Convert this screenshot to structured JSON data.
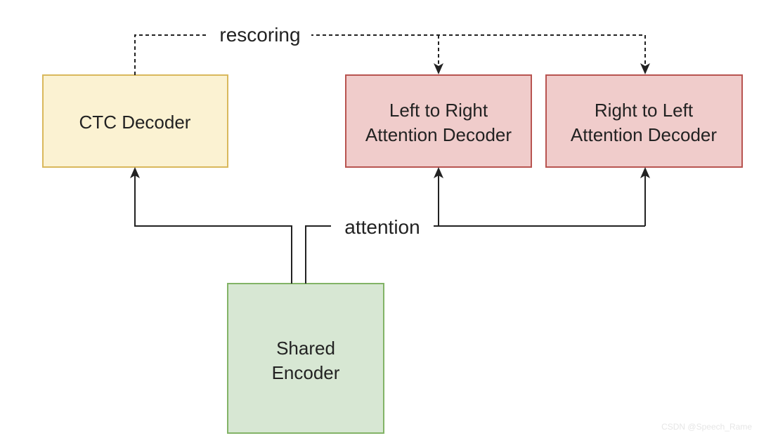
{
  "nodes": {
    "ctc_decoder": {
      "label": "CTC Decoder",
      "fill": "#fbf2d2",
      "stroke": "#d9b85c"
    },
    "l2r_decoder": {
      "line1": "Left to Right",
      "line2": "Attention Decoder",
      "fill": "#f0cccb",
      "stroke": "#b85450"
    },
    "r2l_decoder": {
      "line1": "Right to Left",
      "line2": "Attention Decoder",
      "fill": "#f0cccb",
      "stroke": "#b85450"
    },
    "shared_encoder": {
      "line1": "Shared",
      "line2": "Encoder",
      "fill": "#d7e7d3",
      "stroke": "#82b366"
    }
  },
  "edges": {
    "rescoring_label": "rescoring",
    "attention_label": "attention",
    "edge_color": "#222222"
  },
  "watermark": "CSDN @Speech_Rame"
}
